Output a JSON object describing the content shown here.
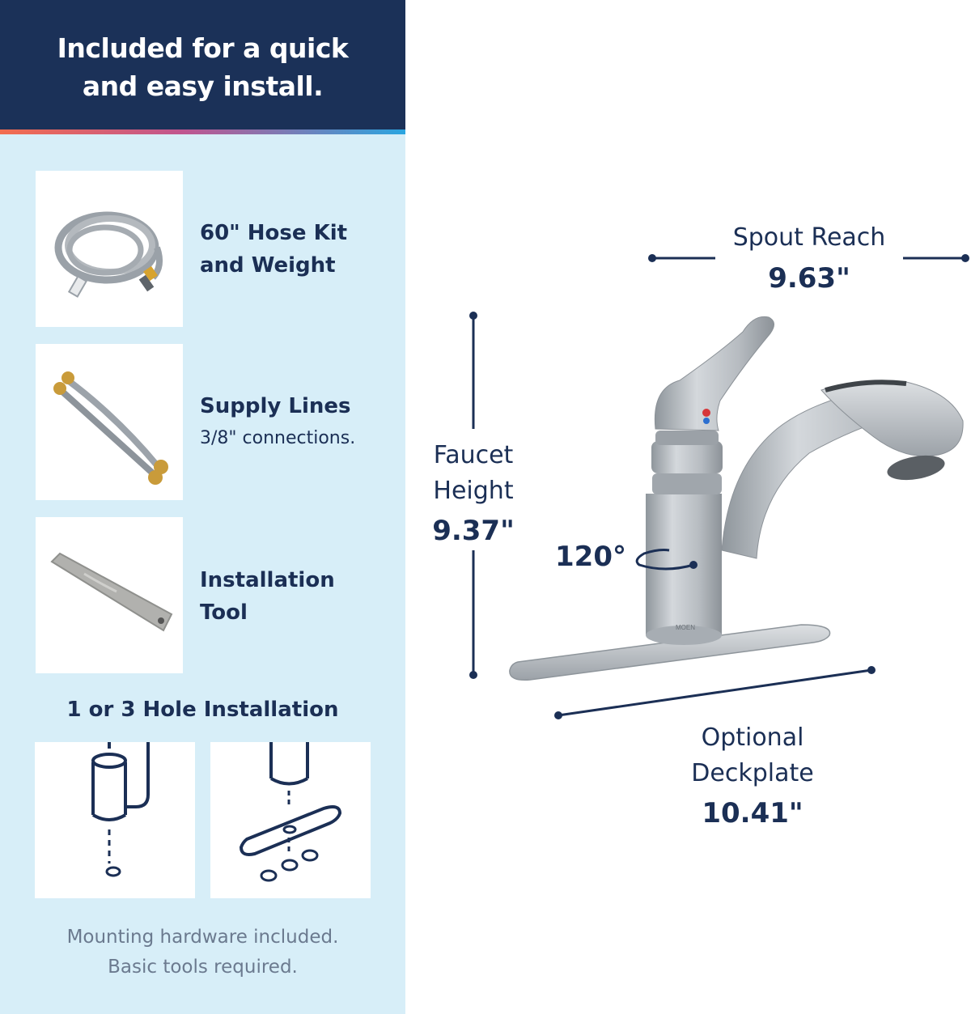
{
  "header": {
    "title_line1": "Included for a quick",
    "title_line2": "and easy install."
  },
  "included_items": [
    {
      "title_line1": "60\" Hose Kit",
      "title_line2": "and Weight",
      "icon": "hose-kit-icon"
    },
    {
      "title_line1": "Supply Lines",
      "subtitle": "3/8\" connections.",
      "icon": "supply-lines-icon"
    },
    {
      "title_line1": "Installation",
      "title_line2": "Tool",
      "icon": "installation-tool-icon"
    }
  ],
  "hole_installation": {
    "title": "1 or 3 Hole Installation",
    "icons": [
      "one-hole-install-icon",
      "three-hole-install-icon"
    ]
  },
  "footer": {
    "line1": "Mounting hardware included.",
    "line2": "Basic tools required."
  },
  "dimensions": {
    "spout_reach": {
      "label": "Spout Reach",
      "value": "9.63\""
    },
    "faucet_height": {
      "label_line1": "Faucet",
      "label_line2": "Height",
      "value": "9.37\""
    },
    "rotation": {
      "value": "120°"
    },
    "deckplate": {
      "label_line1": "Optional",
      "label_line2": "Deckplate",
      "value": "10.41\""
    }
  },
  "product": {
    "brand_mark": "MOEN",
    "icon": "kitchen-faucet-icon"
  },
  "colors": {
    "navy": "#1b3158",
    "panel_blue": "#d7eef8",
    "text_navy": "#1b2f55",
    "muted_text": "#6b7a8f",
    "chrome": "#b9bfc5"
  }
}
